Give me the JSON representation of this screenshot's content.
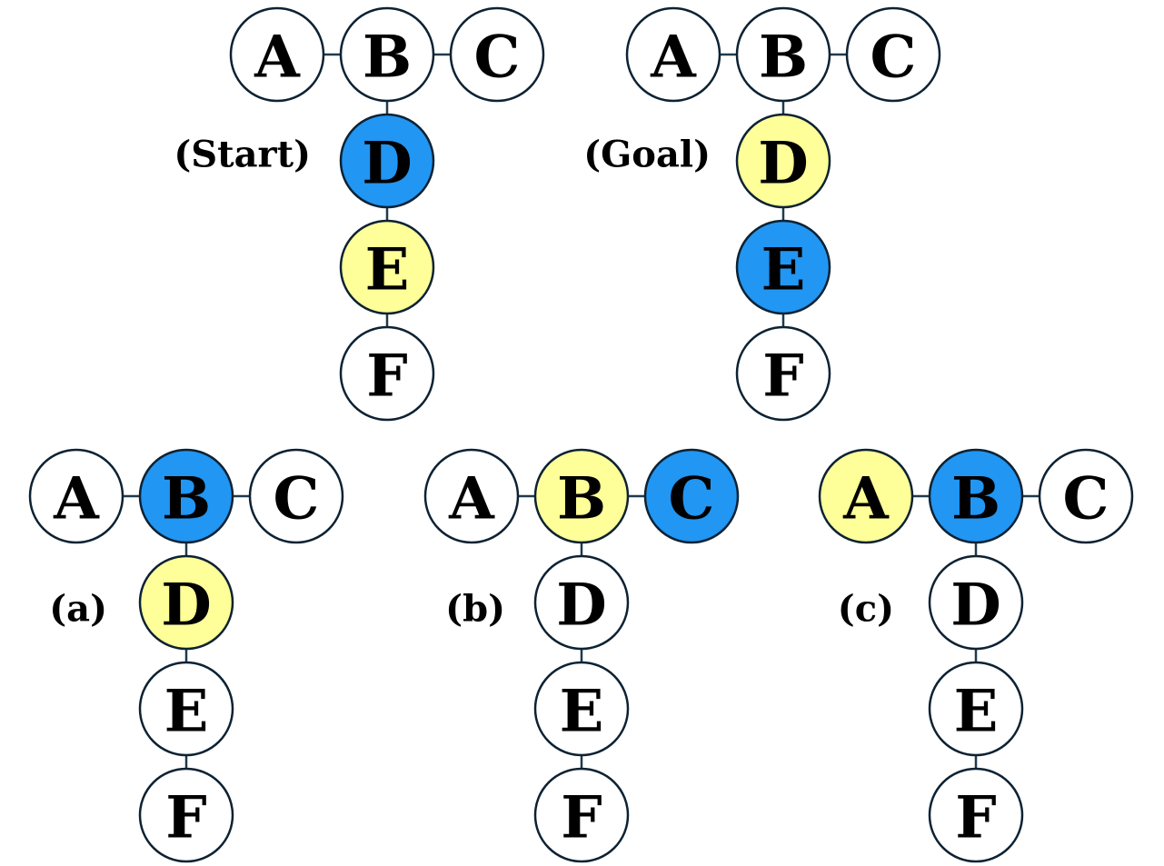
{
  "colors": {
    "blue": "#2196f3",
    "yellow": "#ffff99",
    "white": "#ffffff"
  },
  "panels": [
    {
      "label": "(Start)",
      "nodes": {
        "A": "white",
        "B": "white",
        "C": "white",
        "D": "blue",
        "E": "yellow",
        "F": "white"
      }
    },
    {
      "label": "(Goal)",
      "nodes": {
        "A": "white",
        "B": "white",
        "C": "white",
        "D": "yellow",
        "E": "blue",
        "F": "white"
      }
    },
    {
      "label": "(a)",
      "nodes": {
        "A": "white",
        "B": "blue",
        "C": "white",
        "D": "yellow",
        "E": "white",
        "F": "white"
      }
    },
    {
      "label": "(b)",
      "nodes": {
        "A": "white",
        "B": "yellow",
        "C": "blue",
        "D": "white",
        "E": "white",
        "F": "white"
      }
    },
    {
      "label": "(c)",
      "nodes": {
        "A": "yellow",
        "B": "blue",
        "C": "white",
        "D": "white",
        "E": "white",
        "F": "white"
      }
    }
  ],
  "node_names": [
    "A",
    "B",
    "C",
    "D",
    "E",
    "F"
  ],
  "edges": [
    [
      "A",
      "B"
    ],
    [
      "B",
      "C"
    ],
    [
      "B",
      "D"
    ],
    [
      "D",
      "E"
    ],
    [
      "E",
      "F"
    ]
  ]
}
